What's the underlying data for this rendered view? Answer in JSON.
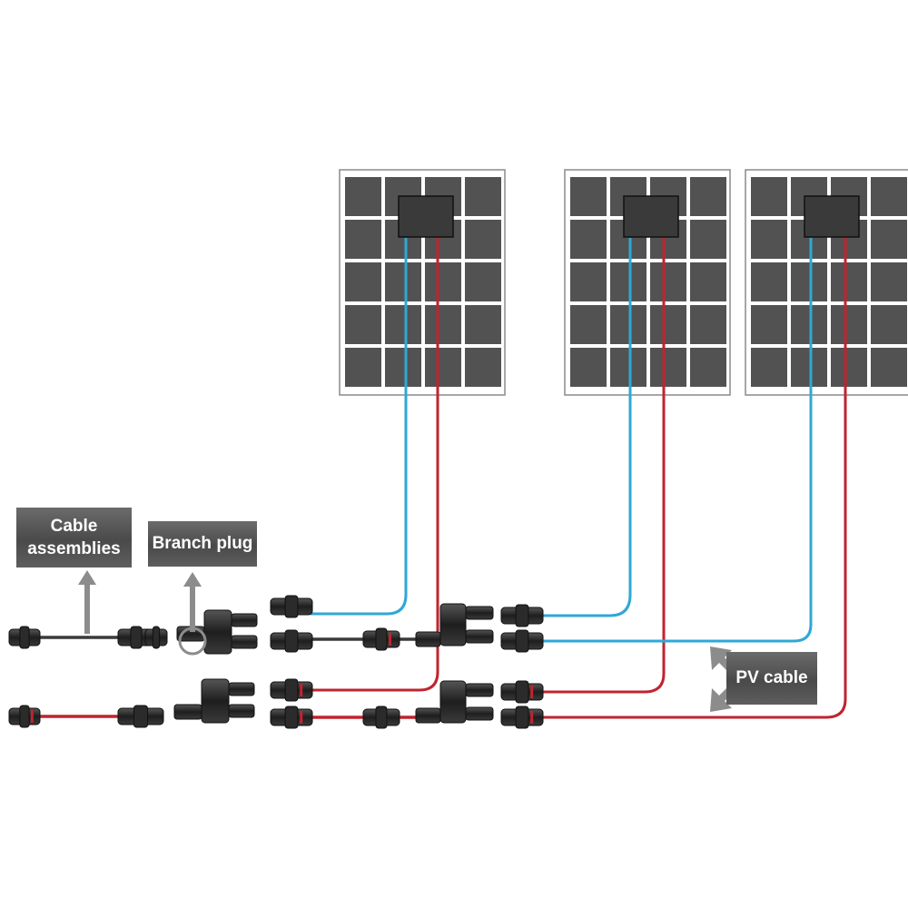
{
  "labels": {
    "cable_assemblies": "Cable\nassemblies",
    "branch_plug": "Branch plug",
    "pv_cable": "PV cable"
  },
  "colors": {
    "panel_frame": "#ffffff",
    "panel_border": "#8a8a8a",
    "cell": "#525252",
    "junction_box": "#3a3a3a",
    "negative_cable": "#2ea8d6",
    "positive_cable": "#c0242f",
    "connector": "#2b2b2b",
    "label_background": "#555555",
    "arrow": "#8c8c8c"
  },
  "icons": [
    "solar-panel-icon",
    "junction-box-icon",
    "mc4-connector-icon",
    "branch-plug-icon",
    "double-arrow-icon"
  ]
}
